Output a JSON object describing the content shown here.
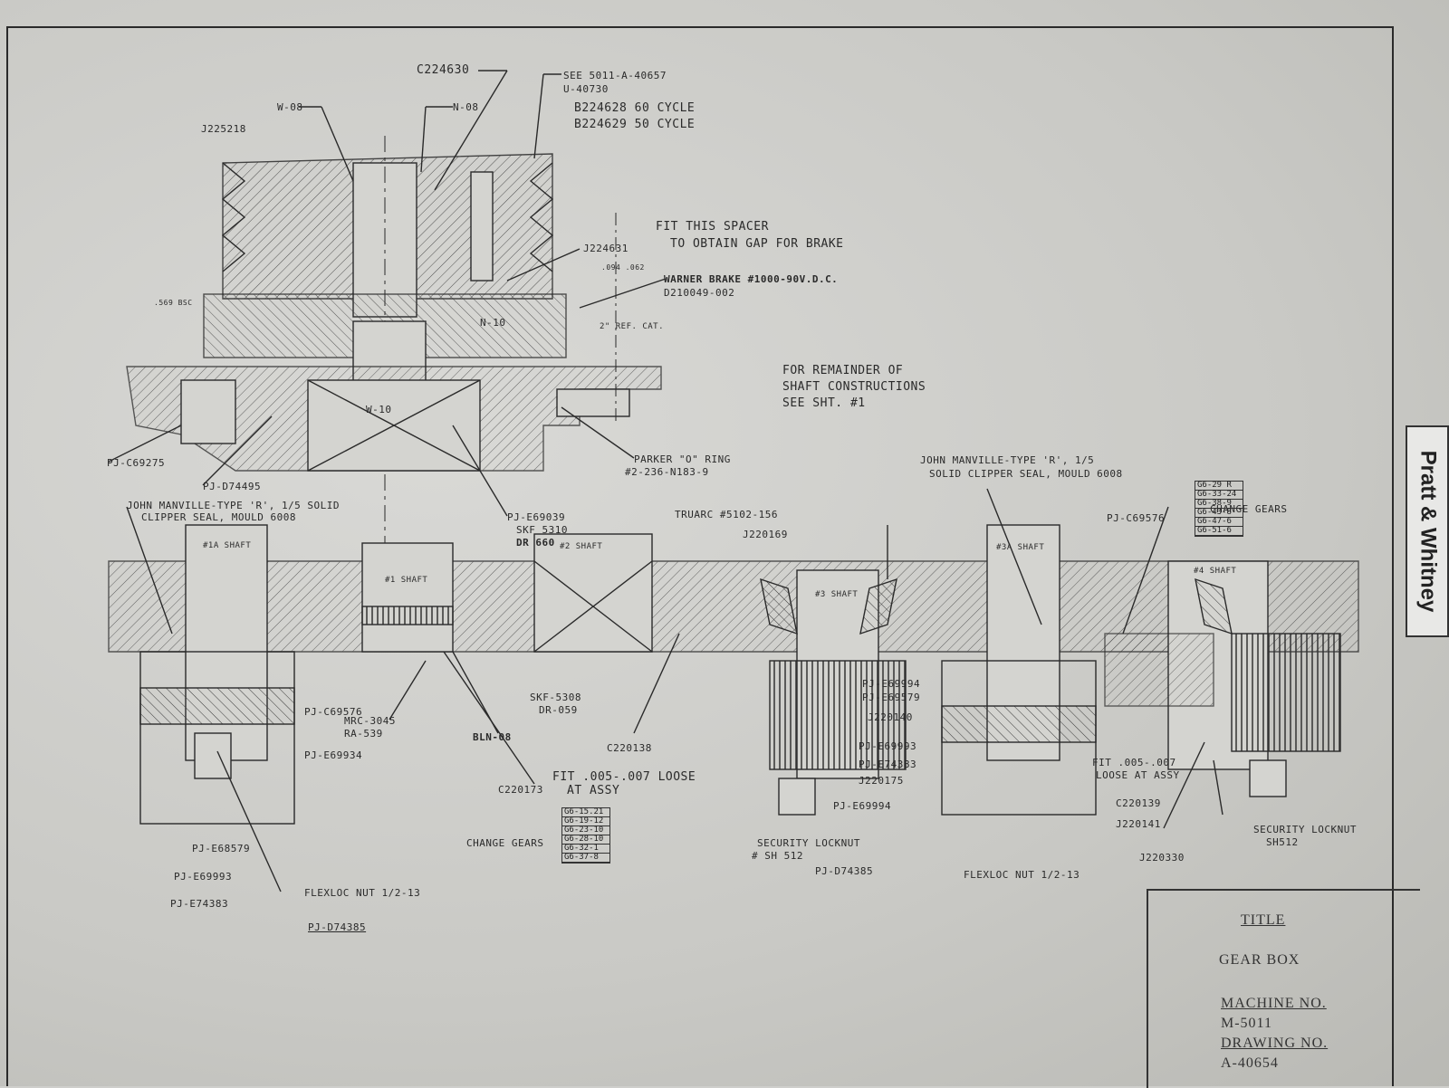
{
  "brand": "Pratt & Whitney",
  "title_block": {
    "title_label": "TITLE",
    "title_value": "GEAR BOX",
    "machine_label": "MACHINE NO.",
    "machine_value": "M-5011",
    "drawing_label": "DRAWING NO.",
    "drawing_value": "A-40654"
  },
  "notes": {
    "remainder_1": "FOR REMAINDER OF",
    "remainder_2": "SHAFT CONSTRUCTIONS",
    "remainder_3": "SEE SHT. #1",
    "spacer_1": "FIT THIS SPACER",
    "spacer_2": "TO OBTAIN GAP FOR BRAKE",
    "warner": "WARNER BRAKE #1000-90V.D.C.",
    "warner_part": "D210049-002",
    "jm_left_1": "JOHN MANVILLE-TYPE 'R', 1/5 SOLID",
    "jm_left_2": "CLIPPER SEAL, MOULD 6008",
    "jm_right_1": "JOHN MANVILLE-TYPE 'R', 1/5",
    "jm_right_2": "SOLID CLIPPER SEAL, MOULD 6008",
    "fit_loose_1": "FIT .005-.007 LOOSE",
    "fit_loose_2": "AT ASSY",
    "fit_right_1": "FIT .005-.007",
    "fit_right_2": "LOOSE AT ASSY",
    "change_gears": "CHANGE GEARS",
    "change_gears_r": "CHANGE GEARS",
    "security_locknut": "SECURITY LOCKNUT",
    "security_locknut_no": "# SH 512",
    "security_locknut_r": "SECURITY LOCKNUT",
    "security_locknut_r_no": "SH512",
    "flexloc_left": "FLEXLOC NUT 1/2-13",
    "flexloc_mid": "FLEXLOC NUT 1/2-13",
    "parker_1": "PARKER \"O\" RING",
    "parker_2": "#2-236-N183-9",
    "truarc": "TRUARC #5102-156",
    "dim_569": ".569 BSC",
    "dim_ref": "2\" REF. CAT.",
    "dim_gap": ".094 .062"
  },
  "shafts": {
    "s1a": "#1A SHAFT",
    "s1": "#1 SHAFT",
    "s2": "#2 SHAFT",
    "s3": "#3 SHAFT",
    "s3a": "#3A SHAFT",
    "s4": "#4 SHAFT"
  },
  "parts": {
    "c224630": "C224630",
    "see5011": "SEE 5011-A-40657",
    "u40730": "U-40730",
    "b224628": "B224628 60 CYCLE",
    "b224629": "B224629 50 CYCLE",
    "w08": "W-08",
    "n08": "N-08",
    "j225218": "J225218",
    "j224631": "J224631",
    "n10": "N-10",
    "w10": "W-10",
    "pj_c69275": "PJ-C69275",
    "pj_d74495": "PJ-D74495",
    "pj_e69039": "PJ-E69039",
    "skf5310": "SKF 5310",
    "dr660": "DR 660",
    "j220169": "J220169",
    "pj_c69576_r": "PJ-C69576",
    "pj_c69576_l": "PJ-C69576",
    "mrc": "MRC-3045",
    "ra539": "RA-539",
    "bln08": "BLN-08",
    "skf5308": "SKF-5308",
    "dr059": "DR-059",
    "c220138": "C220138",
    "c220173": "C220173",
    "pj_e69934": "PJ-E69934",
    "pj_e68579": "PJ-E68579",
    "pj_e69993_l": "PJ-E69993",
    "pj_e74383_l": "PJ-E74383",
    "pj_d74385_l": "PJ-D74385",
    "pj_e69994_a": "PJ-E69994",
    "pj_e69579": "PJ-E69579",
    "j220140": "J220140",
    "pj_e69993_m": "PJ-E69993",
    "pj_e74383_m": "PJ-E74383",
    "j220175": "J220175",
    "pj_e69994_b": "PJ-E69994",
    "pj_d74385_m": "PJ-D74385",
    "c220139": "C220139",
    "j220141": "J220141",
    "j220330": "J220330"
  },
  "change_gears_left": [
    "G6-15.21",
    "G6-19-12",
    "G6-23-10",
    "G6-28-10",
    "G6-32-1",
    "G6-37-8"
  ],
  "change_gears_right": [
    "G6-29 R",
    "G6-33-24",
    "G6-38-9",
    "G6-43-8",
    "G6-47-6",
    "G6-51-6"
  ],
  "colors": {
    "ink": "#2a2a2a",
    "paper": "#cfcfcc"
  }
}
